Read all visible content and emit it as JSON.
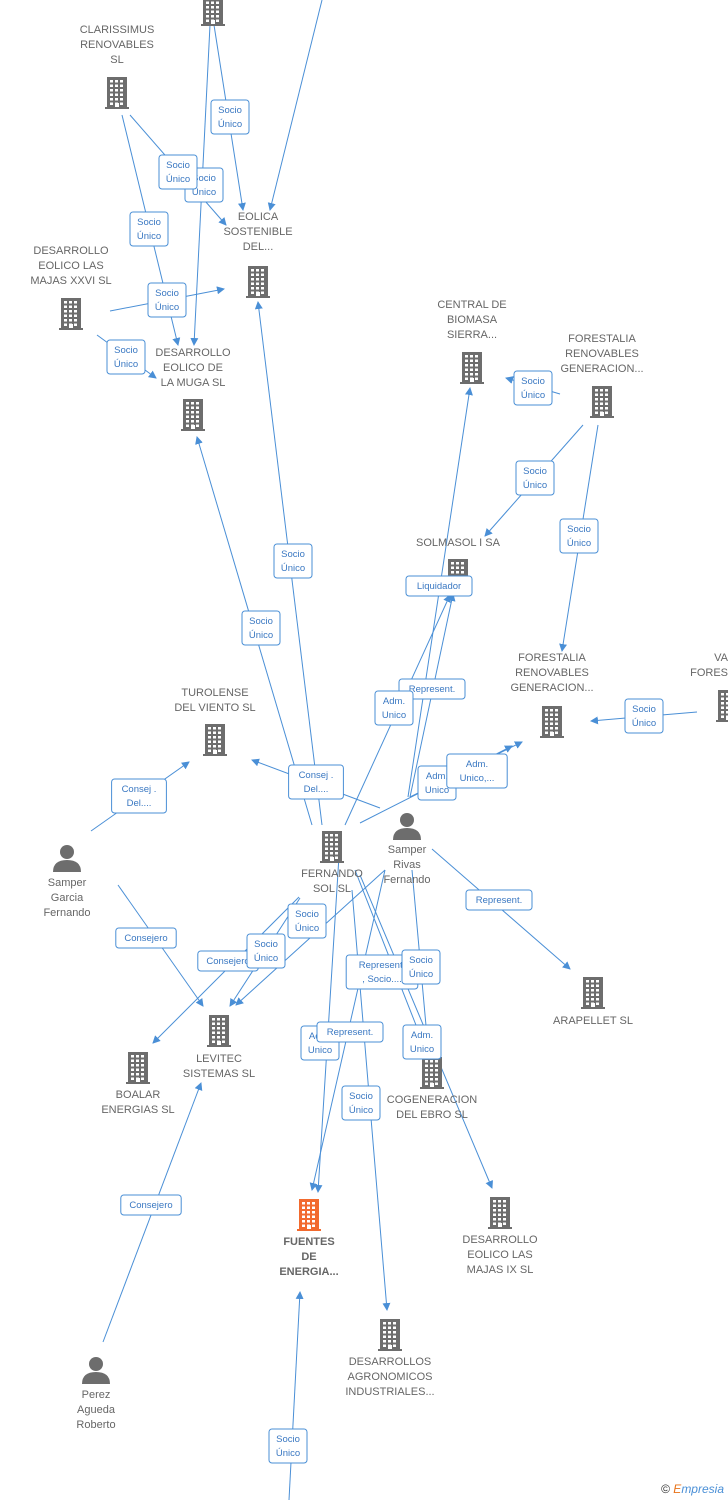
{
  "nodes": [
    {
      "id": "top",
      "kind": "company",
      "lines": []
    },
    {
      "id": "clarissimus",
      "kind": "company",
      "lines": [
        "CLARISSIMUS",
        "RENOVABLES",
        "SL"
      ]
    },
    {
      "id": "eolica",
      "kind": "company",
      "lines": [
        "EOLICA",
        "SOSTENIBLE",
        "DEL..."
      ]
    },
    {
      "id": "majas26",
      "kind": "company",
      "lines": [
        "DESARROLLO",
        "EOLICO LAS",
        "MAJAS XXVI  SL"
      ]
    },
    {
      "id": "muga",
      "kind": "company",
      "lines": [
        "DESARROLLO",
        "EOLICO DE",
        "LA MUGA SL"
      ]
    },
    {
      "id": "biomasa",
      "kind": "company",
      "lines": [
        "CENTRAL DE",
        "BIOMASA",
        "SIERRA..."
      ]
    },
    {
      "id": "forestalia1",
      "kind": "company",
      "lines": [
        "FORESTALIA",
        "RENOVABLES",
        "GENERACION..."
      ]
    },
    {
      "id": "solmasol",
      "kind": "company",
      "lines": [
        "SOLMASOL I SA"
      ]
    },
    {
      "id": "forestalia2",
      "kind": "company",
      "lines": [
        "FORESTALIA",
        "RENOVABLES",
        "GENERACION..."
      ]
    },
    {
      "id": "vafores",
      "kind": "company",
      "lines": [
        "VA",
        "FORES"
      ]
    },
    {
      "id": "turolense",
      "kind": "company",
      "lines": [
        "TUROLENSE",
        "DEL VIENTO SL"
      ]
    },
    {
      "id": "fernando",
      "kind": "company",
      "lines": [
        "FERNANDO",
        "SOL SL"
      ]
    },
    {
      "id": "samperRivas",
      "kind": "person",
      "lines": [
        "Samper",
        "Rivas",
        "Fernando"
      ]
    },
    {
      "id": "samperGarcia",
      "kind": "person",
      "lines": [
        "Samper",
        "Garcia",
        "Fernando"
      ]
    },
    {
      "id": "arapellet",
      "kind": "company",
      "lines": [
        "ARAPELLET  SL"
      ]
    },
    {
      "id": "levitec",
      "kind": "company",
      "lines": [
        "LEVITEC",
        "SISTEMAS  SL"
      ]
    },
    {
      "id": "boalar",
      "kind": "company",
      "lines": [
        "BOALAR",
        "ENERGIAS  SL"
      ]
    },
    {
      "id": "cogeneracion",
      "kind": "company",
      "lines": [
        "COGENERACION",
        "DEL EBRO  SL"
      ]
    },
    {
      "id": "fuentes",
      "kind": "main",
      "lines": [
        "FUENTES",
        "DE",
        "ENERGIA..."
      ]
    },
    {
      "id": "majas9",
      "kind": "company",
      "lines": [
        "DESARROLLO",
        "EOLICO LAS",
        "MAJAS IX  SL"
      ]
    },
    {
      "id": "agronomicos",
      "kind": "company",
      "lines": [
        "DESARROLLOS",
        "AGRONOMICOS",
        "INDUSTRIALES..."
      ]
    },
    {
      "id": "perez",
      "kind": "person",
      "lines": [
        "Perez",
        "Agueda",
        "Roberto"
      ]
    }
  ],
  "edge_labels": [
    [
      "Socio",
      "Único"
    ],
    [
      "Socio",
      "Único"
    ],
    [
      "Socio",
      "Único"
    ],
    [
      "Socio",
      "Único"
    ],
    [
      "Socio",
      "Único"
    ],
    [
      "Socio",
      "Único"
    ],
    [
      "Socio",
      "Único"
    ],
    [
      "Socio",
      "Único"
    ],
    [
      "Socio",
      "Único"
    ],
    [
      "Socio",
      "Único"
    ],
    [
      "Socio",
      "Único"
    ],
    [
      "Socio",
      "Único"
    ],
    [
      "Liquidador"
    ],
    [
      "Represent."
    ],
    [
      "Adm.",
      "Unico"
    ],
    [
      "Adm.",
      "Unico"
    ],
    [
      "Adm.",
      "Unico,..."
    ],
    [
      "Consej .",
      "Del...."
    ],
    [
      "Consej .",
      "Del...."
    ],
    [
      "Represent."
    ],
    [
      "Consejero"
    ],
    [
      "Consejero"
    ],
    [
      "Socio",
      "Único"
    ],
    [
      "Socio",
      "Único"
    ],
    [
      "Adm.",
      "Unico"
    ],
    [
      "Represent.",
      ", Socio...."
    ],
    [
      "Socio",
      "Único"
    ],
    [
      "Adm.",
      "Unico"
    ],
    [
      "Represent."
    ],
    [
      "Socio",
      "Único"
    ],
    [
      "Consejero"
    ],
    [
      "Socio",
      "Único"
    ]
  ],
  "colors": {
    "accent": "#4a8fd6",
    "company_icon": "#6d6d6d",
    "main_icon": "#f26a2e",
    "label": "#666666"
  },
  "watermark": {
    "copyright": "©",
    "brand_first": "E",
    "brand_rest": "mpresia"
  }
}
